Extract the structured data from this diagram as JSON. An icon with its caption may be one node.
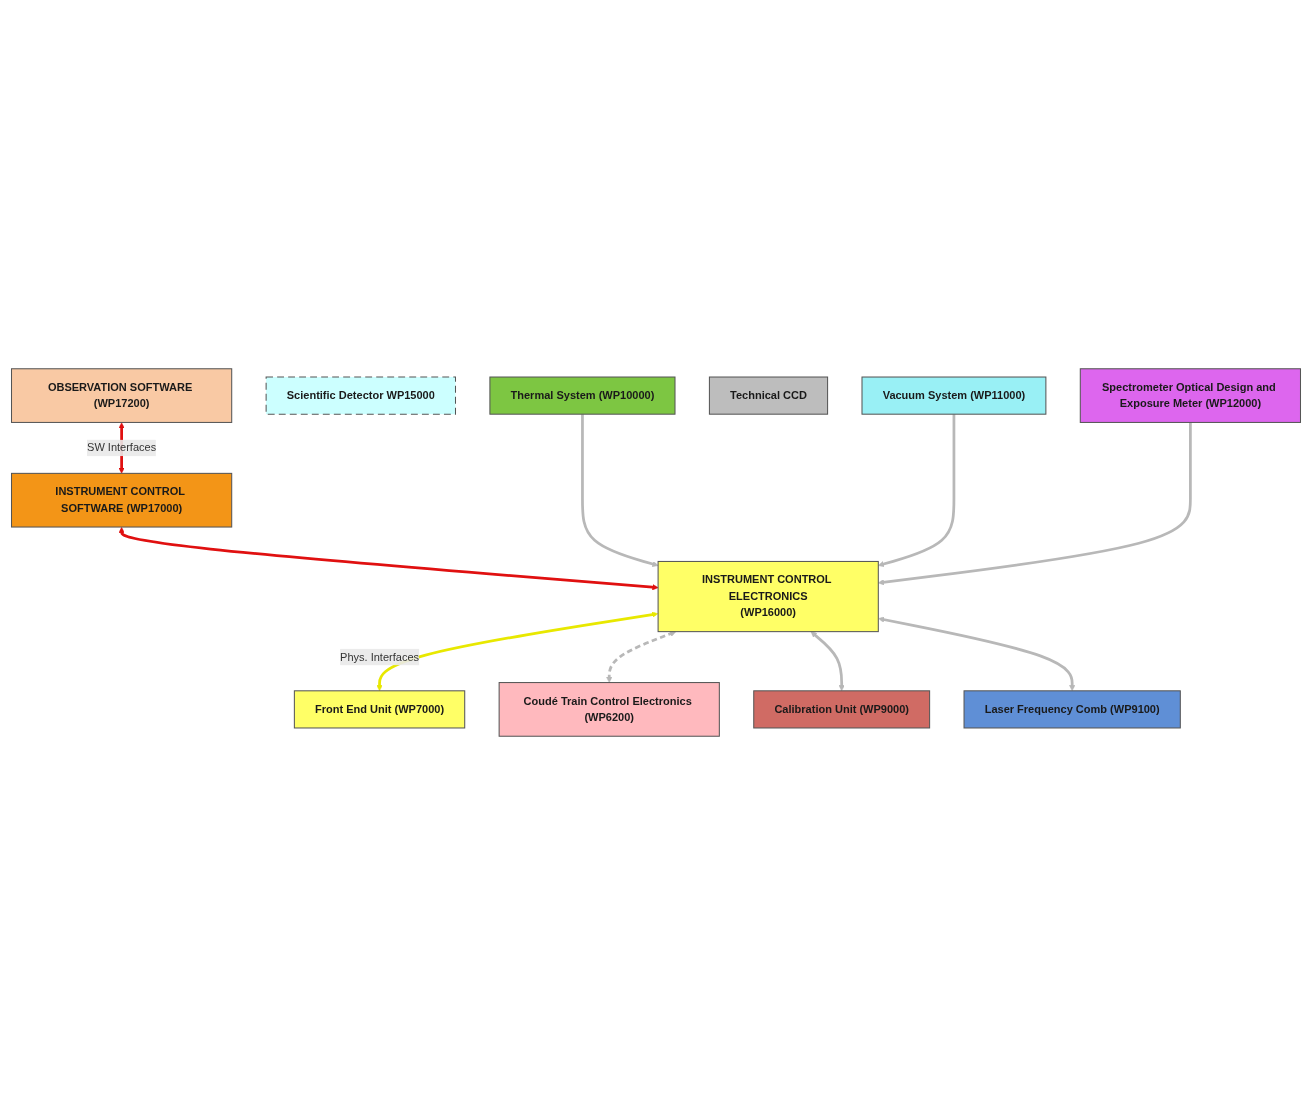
{
  "diagram": {
    "nodes": [
      {
        "text": [
          "OBSERVATION SOFTWARE (WP17200)"
        ]
      },
      {
        "text": [
          "INSTRUMENT CONTROL SOFTWARE (WP17000)"
        ]
      },
      {
        "text": [
          "INSTRUMENT CONTROL ELECTRONICS",
          "(WP16000)"
        ]
      },
      {
        "text": [
          "Front End Unit (WP7000)"
        ]
      },
      {
        "text": [
          "Coudé Train Control Electronics (WP6200)"
        ]
      },
      {
        "text": [
          "Calibration Unit (WP9000)"
        ]
      },
      {
        "text": [
          "Scientific Detector WP15000"
        ]
      },
      {
        "text": [
          "Laser Frequency Comb (WP9100)"
        ]
      },
      {
        "text": [
          "Thermal System (WP10000)"
        ]
      },
      {
        "text": [
          "Technical CCD"
        ]
      },
      {
        "text": [
          "Vacuum System (WP11000)"
        ]
      },
      {
        "text": [
          "Spectrometer Optical Design and Exposure Meter (WP12000)"
        ]
      }
    ],
    "edges": [
      {
        "from": 0,
        "to": 1,
        "arrow": "both",
        "label": "SW Interfaces",
        "color": "#e01010"
      },
      {
        "from": 1,
        "to": 2,
        "arrow": "both",
        "color": "#e01010"
      },
      {
        "from": 2,
        "to": 3,
        "arrow": "both",
        "label": "Phys.  Interfaces",
        "color": "#e8e800"
      },
      {
        "from": 2,
        "to": 4,
        "arrow": "both",
        "style": "dashed"
      },
      {
        "from": 2,
        "to": 5,
        "arrow": "both"
      },
      {
        "from": 2,
        "to": 7,
        "arrow": "both"
      },
      {
        "from": 8,
        "to": 2,
        "arrow": "to"
      },
      {
        "from": 10,
        "to": 2,
        "arrow": "to"
      },
      {
        "from": 11,
        "to": 2,
        "arrow": "to"
      }
    ]
  }
}
